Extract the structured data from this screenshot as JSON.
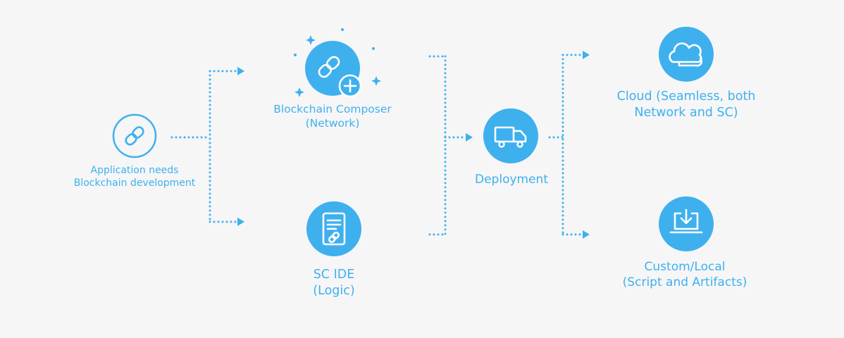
{
  "colors": {
    "accent": "#3fb0ee",
    "node_fill": "#3fb0ee",
    "icon_stroke": "#ffffff",
    "background": "#f6f6f7"
  },
  "nodes": {
    "application": {
      "icon": "link-icon",
      "lines": [
        "Application needs",
        "Blockchain development"
      ]
    },
    "composer": {
      "icon": "link-plus-icon",
      "lines": [
        "Blockchain Composer",
        "(Network)"
      ]
    },
    "sc_ide": {
      "icon": "document-link-icon",
      "lines": [
        "SC IDE",
        "(Logic)"
      ]
    },
    "deployment": {
      "icon": "truck-icon",
      "lines": [
        "Deployment"
      ]
    },
    "cloud": {
      "icon": "cloud-icon",
      "lines": [
        "Cloud (Seamless, both",
        "Network and SC)"
      ]
    },
    "local": {
      "icon": "download-laptop-icon",
      "lines": [
        "Custom/Local",
        "(Script and Artifacts)"
      ]
    }
  }
}
